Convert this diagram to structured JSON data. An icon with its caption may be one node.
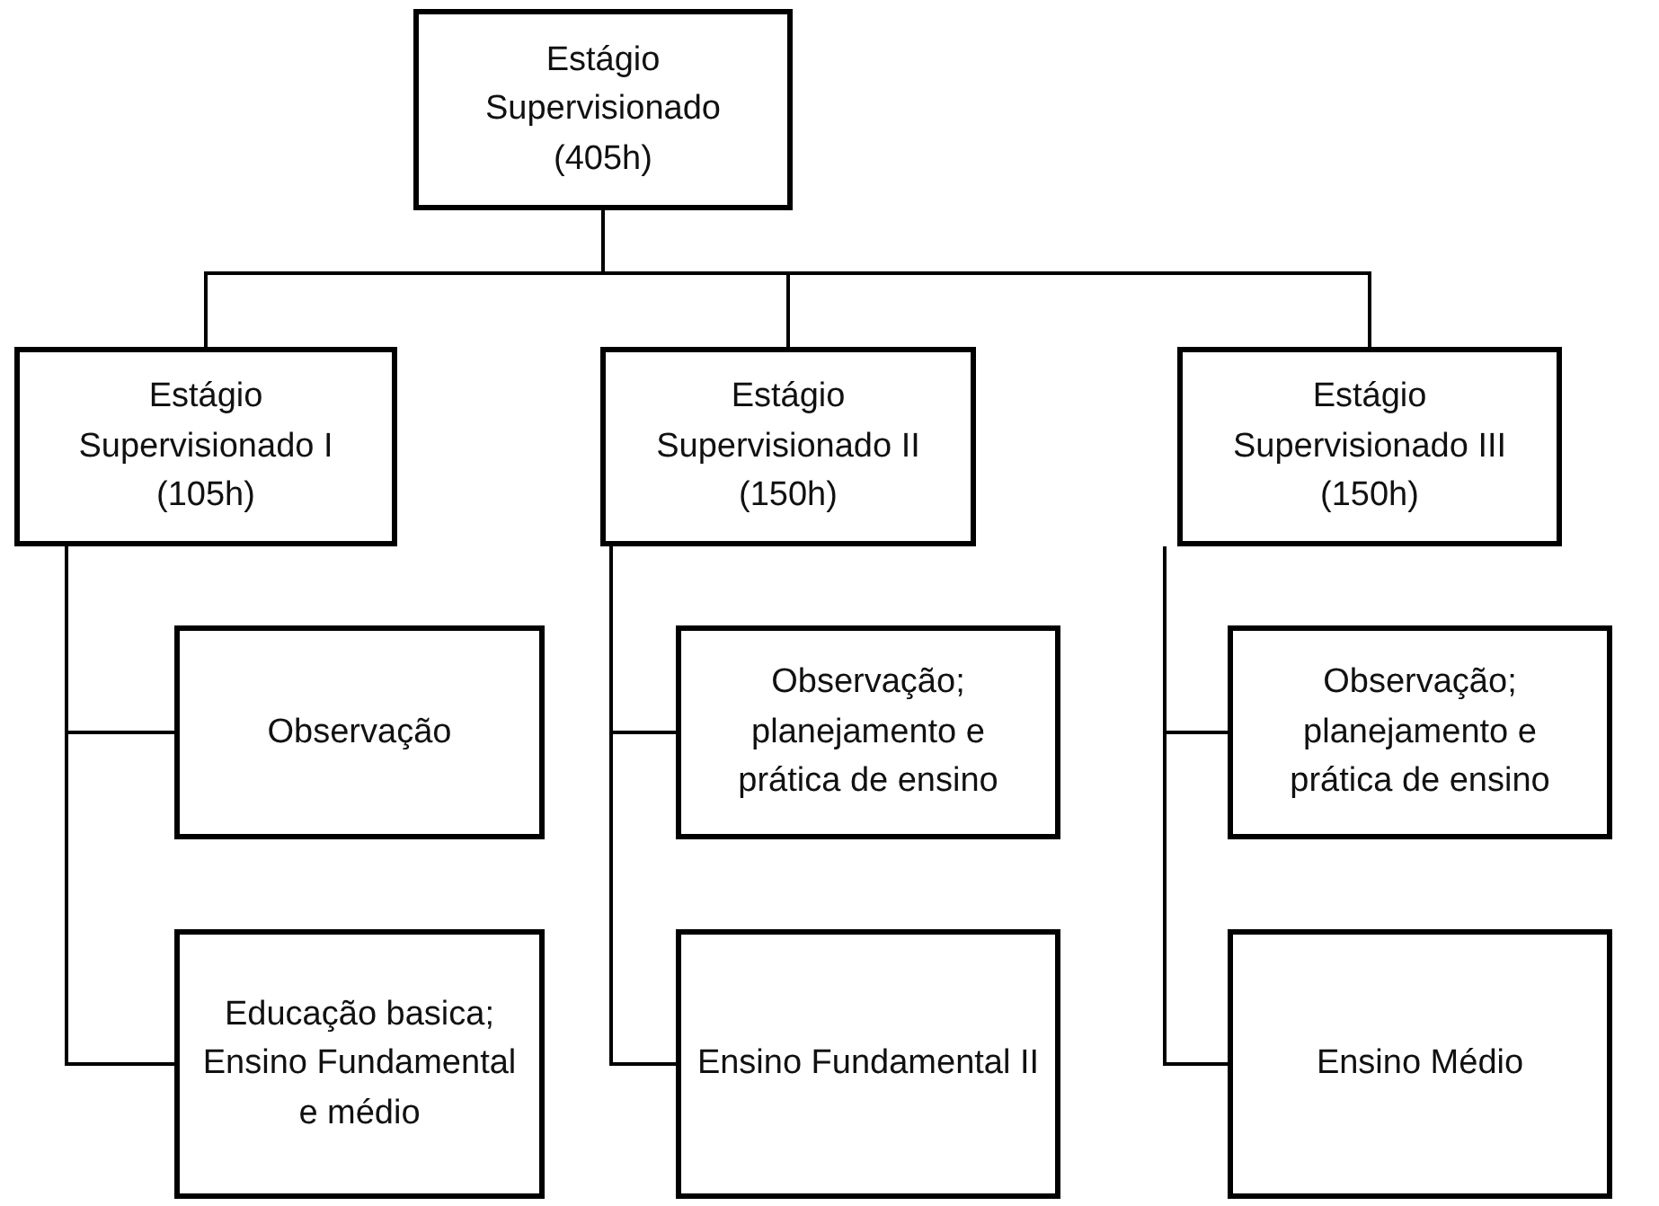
{
  "diagram": {
    "nodes": [
      {
        "text": [
          "Estágio Supervisionado (405h)"
        ]
      },
      {
        "text": [
          "Estágio Supervisionado I (105h)"
        ]
      },
      {
        "text": [
          "Estágio Supervisionado II (150h)"
        ]
      },
      {
        "text": [
          "Estágio Supervisionado III (150h)"
        ]
      },
      {
        "text": [
          "Observação"
        ]
      },
      {
        "text": [
          "Educação basica; Ensino Fundamental e médio"
        ]
      },
      {
        "text": [
          "Observação; planejamento e prática de ensino"
        ]
      },
      {
        "text": [
          "Ensino Fundamental II"
        ]
      },
      {
        "text": [
          "Observação; planejamento e prática de ensino"
        ]
      },
      {
        "text": [
          "Ensino Médio"
        ]
      }
    ],
    "edges": [
      {
        "from": 0,
        "to": 1,
        "arrow": "none"
      },
      {
        "from": 0,
        "to": 2,
        "arrow": "none"
      },
      {
        "from": 0,
        "to": 3,
        "arrow": "none"
      },
      {
        "from": 1,
        "to": 4,
        "arrow": "none"
      },
      {
        "from": 1,
        "to": 5,
        "arrow": "none"
      },
      {
        "from": 2,
        "to": 6,
        "arrow": "none"
      },
      {
        "from": 2,
        "to": 7,
        "arrow": "none"
      },
      {
        "from": 3,
        "to": 8,
        "arrow": "none"
      },
      {
        "from": 3,
        "to": 9,
        "arrow": "none"
      }
    ]
  }
}
